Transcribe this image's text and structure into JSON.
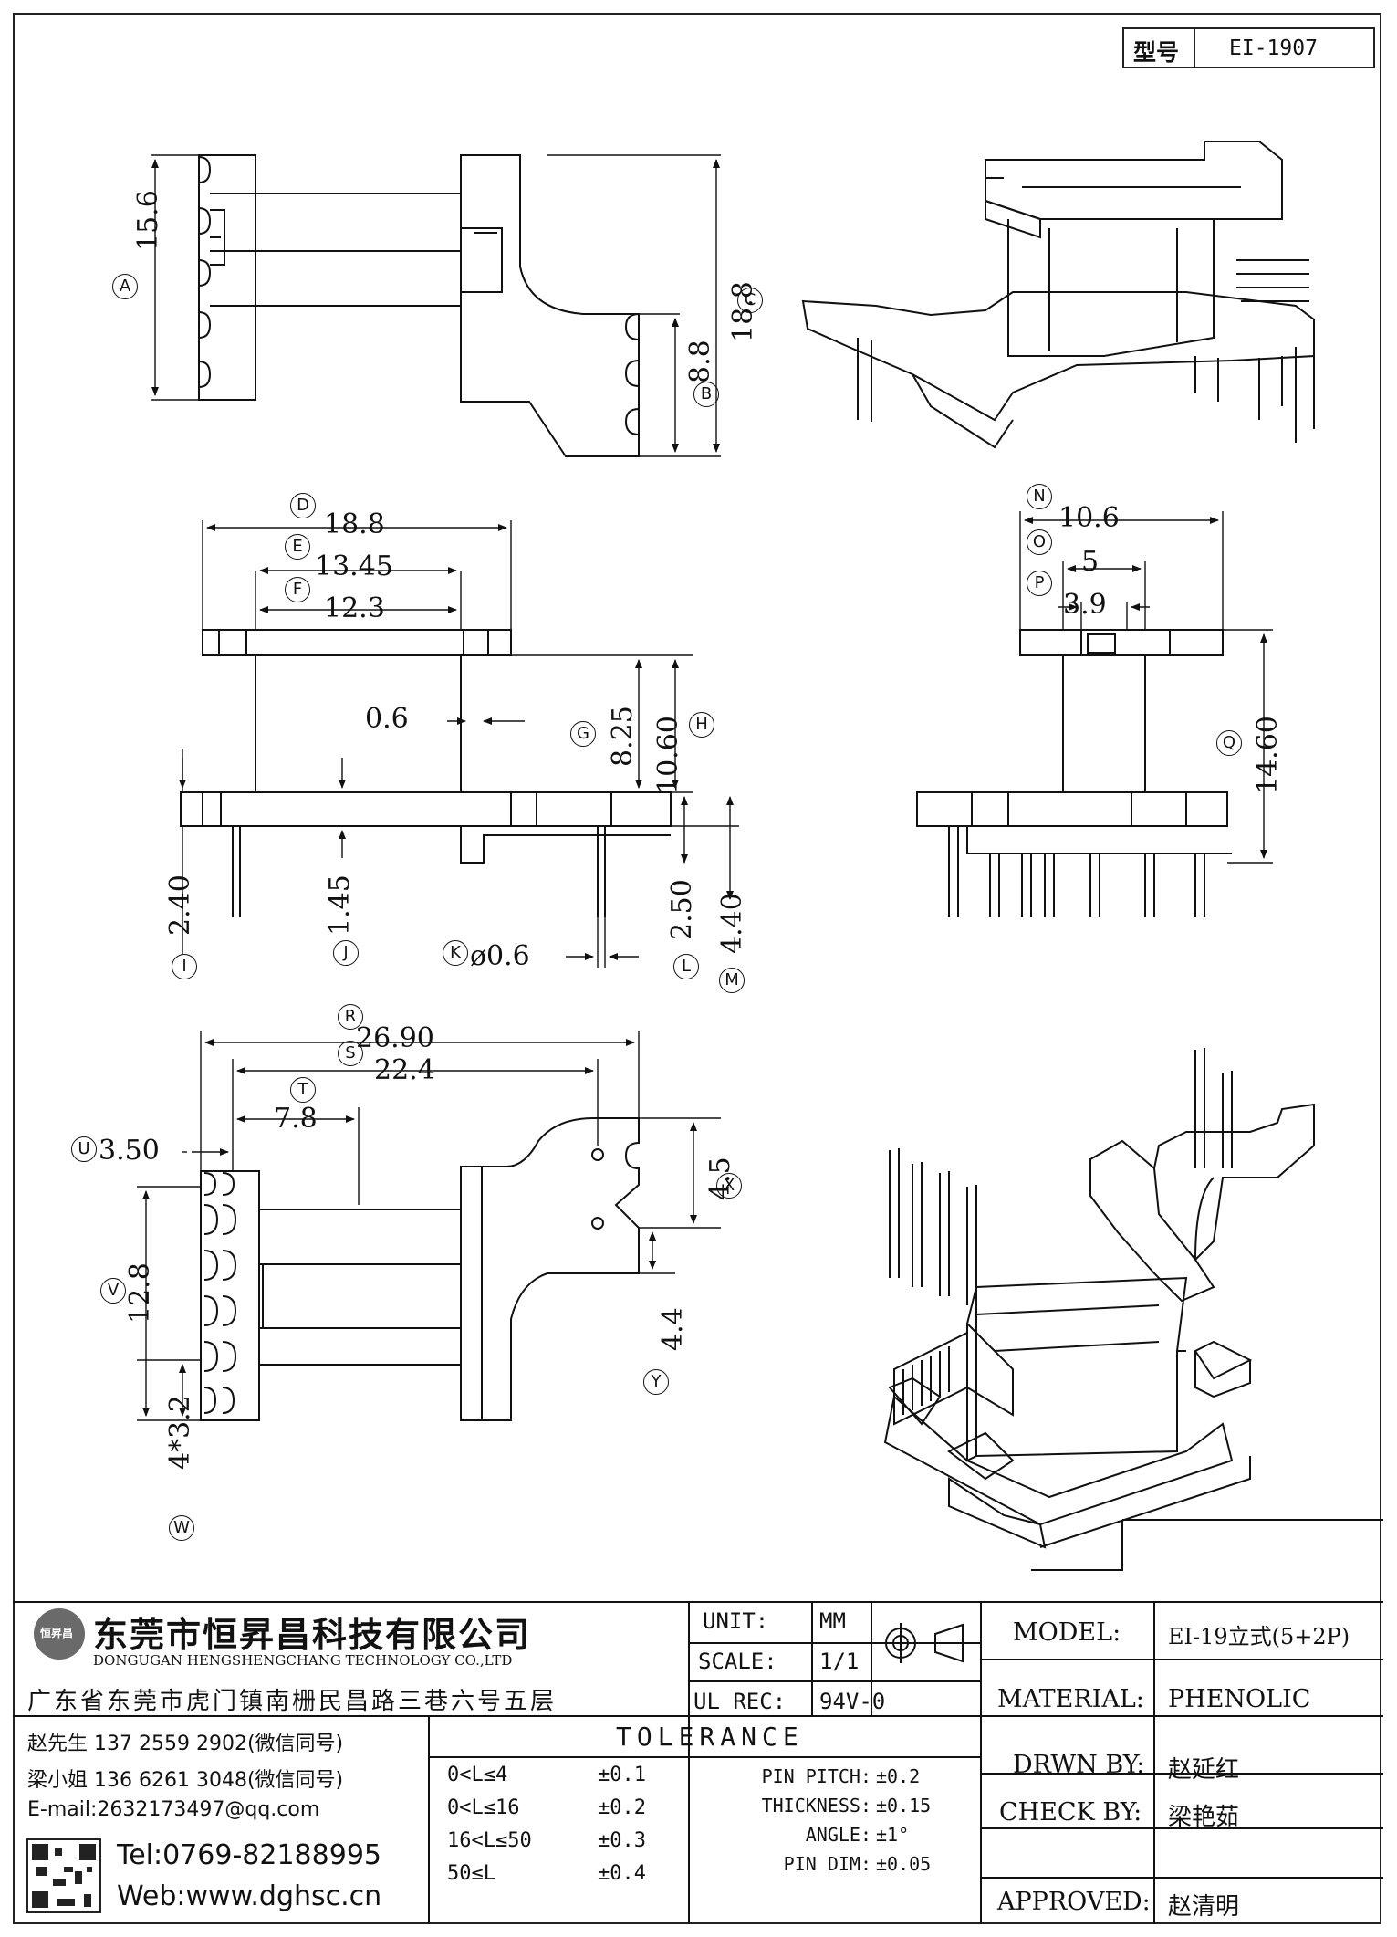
{
  "model_tag": {
    "label": "型号",
    "value": "EI-1907"
  },
  "dims": {
    "A": {
      "circle": "A",
      "value": "15.6"
    },
    "B": {
      "circle": "B",
      "value": "8.8"
    },
    "C": {
      "circle": "C",
      "value": "18.8"
    },
    "D": {
      "circle": "D",
      "value": "18.8"
    },
    "E": {
      "circle": "E",
      "value": "13.45"
    },
    "F": {
      "circle": "F",
      "value": "12.3"
    },
    "G": {
      "circle": "G",
      "value": "8.25"
    },
    "H": {
      "circle": "H",
      "value": "10.60"
    },
    "I": {
      "circle": "I",
      "value": "2.40"
    },
    "J": {
      "circle": "J",
      "value": "1.45"
    },
    "K": {
      "circle": "K",
      "value": "ø0.6"
    },
    "L": {
      "circle": "L",
      "value": "2.50"
    },
    "M": {
      "circle": "M",
      "value": "4.40"
    },
    "N": {
      "circle": "N",
      "value": "10.6"
    },
    "O": {
      "circle": "O",
      "value": "5"
    },
    "P": {
      "circle": "P",
      "value": "3.9"
    },
    "Q": {
      "circle": "Q",
      "value": "14.60"
    },
    "R": {
      "circle": "R",
      "value": "26.90"
    },
    "S": {
      "circle": "S",
      "value": "22.4"
    },
    "T": {
      "circle": "T",
      "value": "7.8"
    },
    "U": {
      "circle": "U",
      "value": "3.50"
    },
    "V": {
      "circle": "V",
      "value": "12.8"
    },
    "W": {
      "circle": "W",
      "value": "4*3.2"
    },
    "X": {
      "circle": "X",
      "value": "4.5"
    },
    "Y": {
      "circle": "Y",
      "value": "4.4"
    },
    "gap": {
      "value": "0.6"
    }
  },
  "company": {
    "logo_text": "恒昇昌",
    "name_cn": "东莞市恒昇昌科技有限公司",
    "name_en": "DONGUGAN HENGSHENGCHANG TECHNOLOGY CO.,LTD",
    "address": "广东省东莞市虎门镇南栅民昌路三巷六号五层",
    "contacts": [
      "赵先生 137 2559 2902(微信同号)",
      "梁小姐 136 6261 3048(微信同号)",
      "E-mail:2632173497@qq.com"
    ],
    "tel": "Tel:0769-82188995",
    "web": "Web:www.dghsc.cn"
  },
  "title_block": {
    "unit_label": "UNIT:",
    "unit_value": "MM",
    "scale_label": "SCALE:",
    "scale_value": "1/1",
    "ulrec_label": "UL REC:",
    "ulrec_value": "94V-0",
    "model_label": "MODEL:",
    "model_value": "EI-19立式(5+2P)",
    "material_label": "MATERIAL:",
    "material_value": "PHENOLIC",
    "drawn_label": "DRWN BY:",
    "drawn_value": "赵延红",
    "check_label": "CHECK BY:",
    "check_value": "梁艳茹",
    "approved_label": "APPROVED:",
    "approved_value": "赵清明"
  },
  "tolerance": {
    "title": "TOLERANCE",
    "ranges": [
      {
        "range": "0<L≤4",
        "tol": "±0.1"
      },
      {
        "range": "0<L≤16",
        "tol": "±0.2"
      },
      {
        "range": "16<L≤50",
        "tol": "±0.3"
      },
      {
        "range": "50≤L",
        "tol": "±0.4"
      }
    ],
    "specs": [
      {
        "label": "PIN PITCH:",
        "tol": "±0.2"
      },
      {
        "label": "THICKNESS:",
        "tol": "±0.15"
      },
      {
        "label": "ANGLE:",
        "tol": "±1°"
      },
      {
        "label": "PIN DIM:",
        "tol": "±0.05"
      }
    ]
  }
}
